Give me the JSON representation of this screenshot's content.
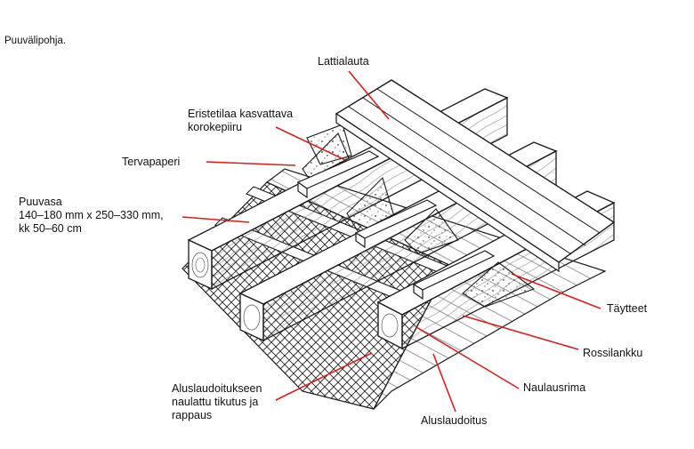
{
  "caption": "Puuvälipohja.",
  "labels": {
    "lattialauta": "Lattialauta",
    "eristetila": [
      "Eristetilaa kasvattava",
      "korokepiiru"
    ],
    "tervapaperi": "Tervapaperi",
    "puuvasa": [
      "Puuvasa",
      "140–180 mm x 250–330 mm,",
      "kk 50–60 cm"
    ],
    "taytteet": "Täytteet",
    "rossilankku": "Rossilankku",
    "naulausrima": "Naulausrima",
    "aluslaudoitus": "Aluslaudoitus",
    "tikutus": [
      "Aluslaudoitukseen",
      "naulattu tikutus ja",
      "rappaus"
    ]
  },
  "colors": {
    "ink": "#1a1a1a",
    "leader": "#d42020",
    "fill": "#ffffff"
  }
}
